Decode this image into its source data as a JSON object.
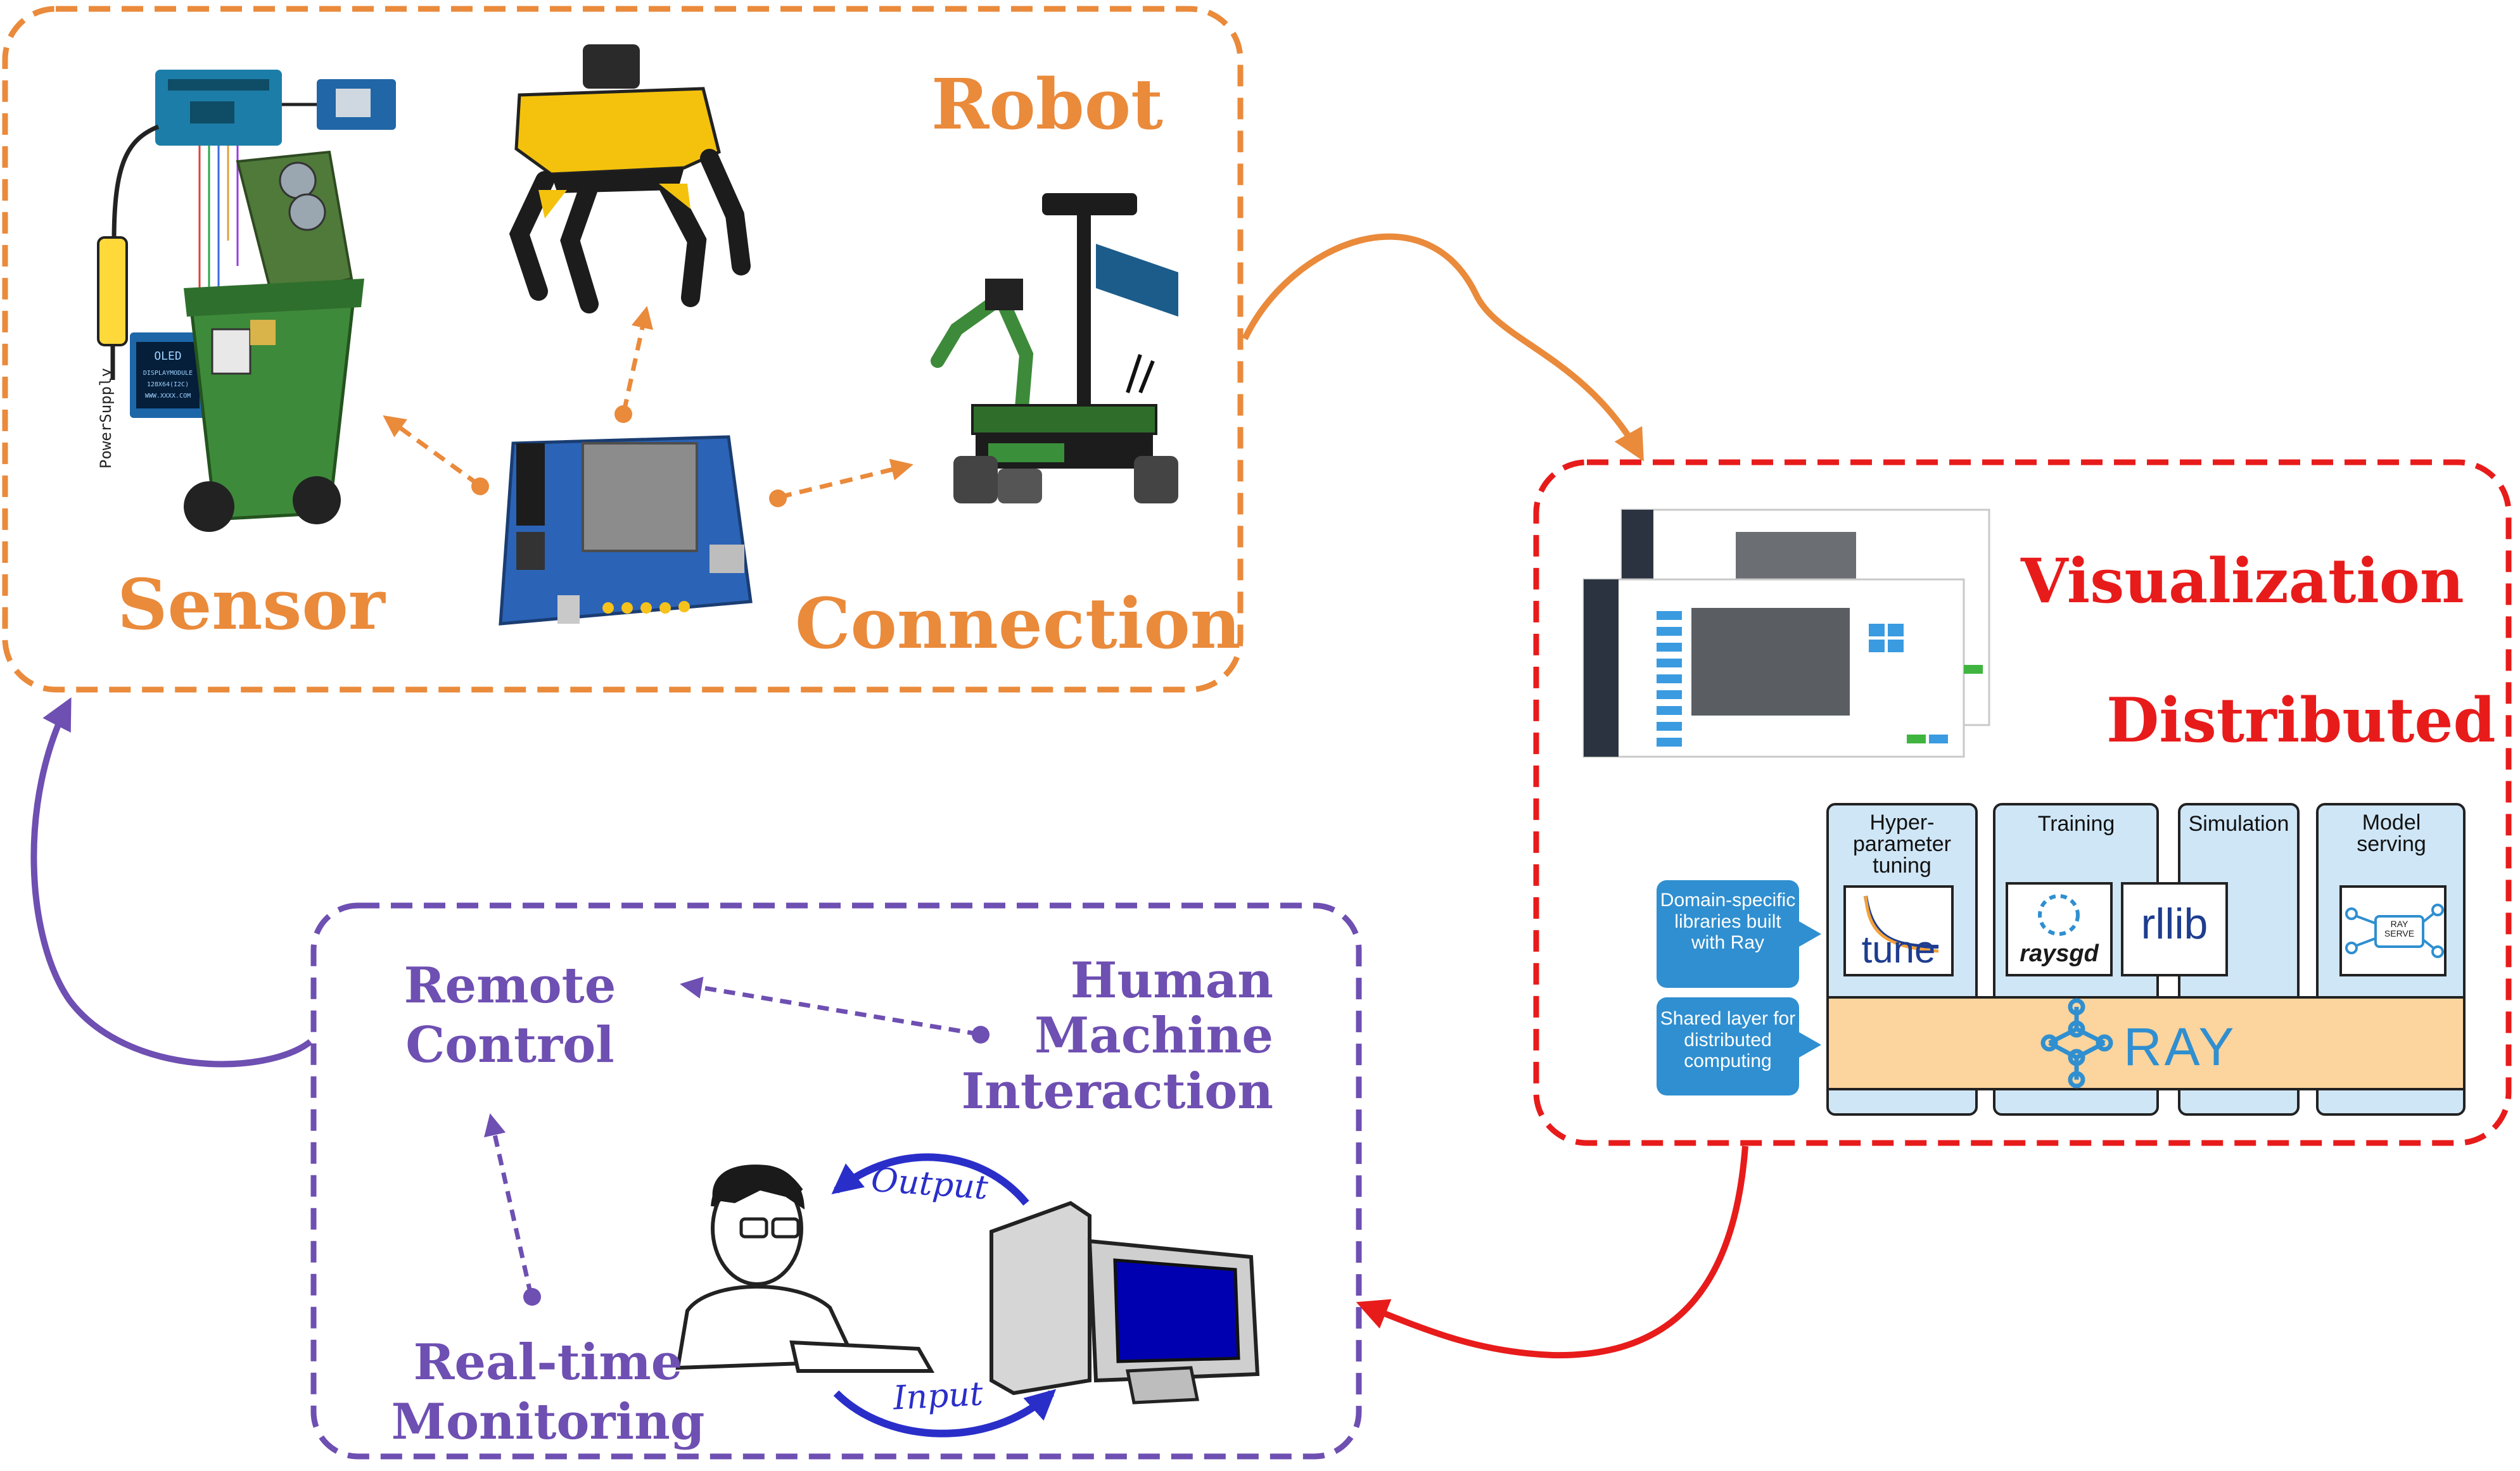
{
  "robot_panel": {
    "robot_label": "Robot",
    "sensor_label": "Sensor",
    "connection_label": "Connection",
    "sensor_board": {
      "oled_text": [
        "OLED",
        "DISPLAYMODULE",
        "128X64(I2C)",
        "WWW.XXXX.COM"
      ],
      "power_supply": "PowerSupply"
    }
  },
  "compute_panel": {
    "visualization_label": "Visualization",
    "distributed_label": "Distributed",
    "ray_stack": {
      "domain_note": "Domain-specific libraries built with Ray",
      "shared_note": "Shared layer for distributed computing",
      "columns": [
        {
          "title": "Hyper-parameter tuning",
          "logo": "tune"
        },
        {
          "title": "Training",
          "logo": "raysgd"
        },
        {
          "title": "Simulation",
          "logo": "rllib"
        },
        {
          "title": "Model serving",
          "logo": "RAY SERVE"
        }
      ],
      "ray_label": "RAY"
    }
  },
  "human_panel": {
    "remote_control_label": "Remote Control",
    "hmi_label": "Human Machine Interaction",
    "monitoring_label": "Real-time Monitoring",
    "output_label": "Output",
    "input_label": "Input"
  },
  "colors": {
    "orange": "#ea8a3b",
    "red": "#e81b1b",
    "purple": "#6e4fb2",
    "ray_blue": "#2f8fd0",
    "column_fill": "#cfe6f6",
    "ray_band": "#fcd49d"
  }
}
